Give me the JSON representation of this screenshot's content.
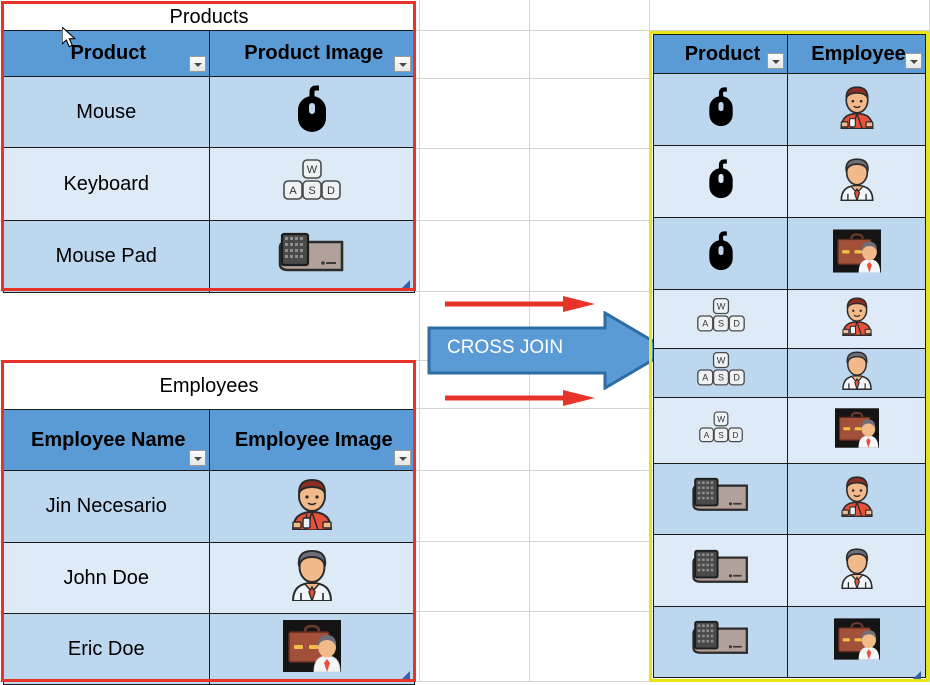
{
  "app": {
    "kind": "spreadsheet",
    "background": "#ffffff",
    "gridline_color": "#d4d4d4"
  },
  "colors": {
    "header_blue": "#5B9BD5",
    "row_dark": "#BDD7EE",
    "row_light": "#DEEBF7",
    "highlight_red": "#E8332A",
    "highlight_yellow": "#E8E516",
    "arrow_blue": "#5B9BD5",
    "arrow_blue_border": "#2E6DA4",
    "arrow_red": "#E8332A",
    "cell_border": "#1a1a1a"
  },
  "products_table": {
    "title": "Products",
    "columns": [
      "Product",
      "Product Image"
    ],
    "rows": [
      {
        "product": "Mouse",
        "image_icon": "computer-mouse-icon"
      },
      {
        "product": "Keyboard",
        "image_icon": "wasd-keys-icon"
      },
      {
        "product": "Mouse Pad",
        "image_icon": "mouse-pad-icon"
      }
    ]
  },
  "employees_table": {
    "title": "Employees",
    "columns": [
      "Employee Name",
      "Employee Image"
    ],
    "rows": [
      {
        "name": "Jin Necesario",
        "image_icon": "employee-red-jacket-icon"
      },
      {
        "name": "John Doe",
        "image_icon": "employee-white-shirt-icon"
      },
      {
        "name": "Eric Doe",
        "image_icon": "employee-briefcase-icon"
      }
    ]
  },
  "join_graphic": {
    "label": "CROSS JOIN",
    "arrow_direction": "right",
    "red_arrows": 2
  },
  "result_table": {
    "columns": [
      "Product",
      "Employee"
    ],
    "rows": [
      {
        "product_icon": "computer-mouse-icon",
        "employee_icon": "employee-red-jacket-icon"
      },
      {
        "product_icon": "computer-mouse-icon",
        "employee_icon": "employee-white-shirt-icon"
      },
      {
        "product_icon": "computer-mouse-icon",
        "employee_icon": "employee-briefcase-icon"
      },
      {
        "product_icon": "wasd-keys-icon",
        "employee_icon": "employee-red-jacket-icon"
      },
      {
        "product_icon": "wasd-keys-icon",
        "employee_icon": "employee-white-shirt-icon"
      },
      {
        "product_icon": "wasd-keys-icon",
        "employee_icon": "employee-briefcase-icon"
      },
      {
        "product_icon": "mouse-pad-icon",
        "employee_icon": "employee-red-jacket-icon"
      },
      {
        "product_icon": "mouse-pad-icon",
        "employee_icon": "employee-white-shirt-icon"
      },
      {
        "product_icon": "mouse-pad-icon",
        "employee_icon": "employee-briefcase-icon"
      }
    ]
  }
}
